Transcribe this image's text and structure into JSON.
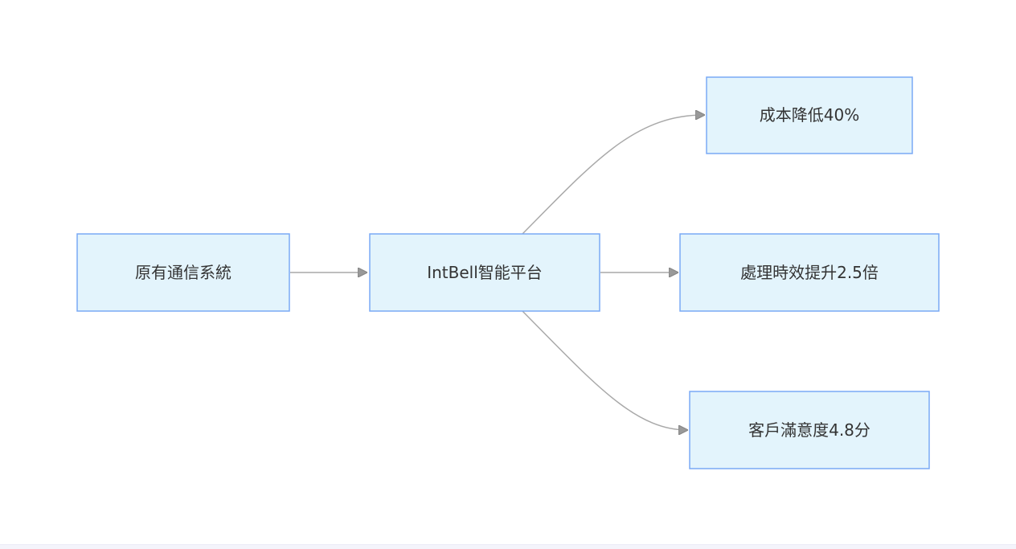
{
  "diagram": {
    "nodes": {
      "legacy": {
        "label": "原有通信系統"
      },
      "platform": {
        "label": "IntBell智能平台"
      },
      "cost": {
        "label": "成本降低40%"
      },
      "efficiency": {
        "label": "處理時效提升2.5倍"
      },
      "satisfaction": {
        "label": "客戶滿意度4.8分"
      }
    },
    "edges": [
      {
        "from": "legacy",
        "to": "platform"
      },
      {
        "from": "platform",
        "to": "cost"
      },
      {
        "from": "platform",
        "to": "efficiency"
      },
      {
        "from": "platform",
        "to": "satisfaction"
      }
    ],
    "colors": {
      "node_fill": "#e3f4fc",
      "node_border": "#7aaaf5",
      "edge": "#a9a9a9",
      "text": "#333333"
    }
  }
}
